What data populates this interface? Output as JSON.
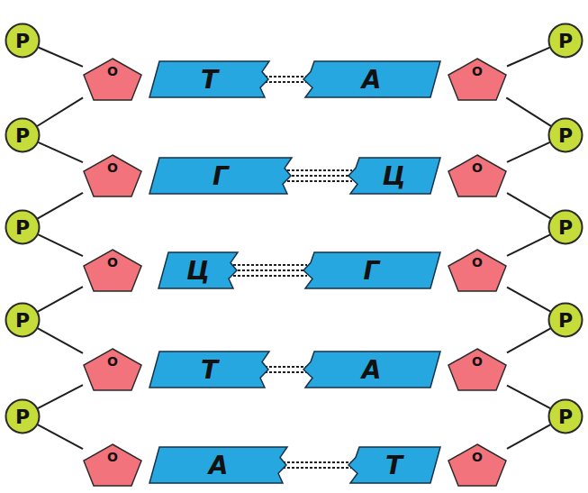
{
  "diagram": {
    "nodes": [
      {
        "text": [
          "P"
        ]
      },
      {
        "text": [
          "P"
        ]
      },
      {
        "text": [
          "O"
        ]
      },
      {
        "text": [
          "Т"
        ]
      },
      {
        "text": [
          "А"
        ]
      },
      {
        "text": [
          "O"
        ]
      },
      {
        "text": [
          "P"
        ]
      },
      {
        "text": [
          "P"
        ]
      },
      {
        "text": [
          "O"
        ]
      },
      {
        "text": [
          "Г"
        ]
      },
      {
        "text": [
          "Ц"
        ]
      },
      {
        "text": [
          "O"
        ]
      },
      {
        "text": [
          "P"
        ]
      },
      {
        "text": [
          "P"
        ]
      },
      {
        "text": [
          "O"
        ]
      },
      {
        "text": [
          "Ц"
        ]
      },
      {
        "text": [
          "Г"
        ]
      },
      {
        "text": [
          "O"
        ]
      },
      {
        "text": [
          "P"
        ]
      },
      {
        "text": [
          "P"
        ]
      },
      {
        "text": [
          "O"
        ]
      },
      {
        "text": [
          "Т"
        ]
      },
      {
        "text": [
          "А"
        ]
      },
      {
        "text": [
          "O"
        ]
      },
      {
        "text": [
          "P"
        ]
      },
      {
        "text": [
          "P"
        ]
      },
      {
        "text": [
          "O"
        ]
      },
      {
        "text": [
          "А"
        ]
      },
      {
        "text": [
          "Т"
        ]
      },
      {
        "text": [
          "O"
        ]
      }
    ],
    "edges": [
      {
        "from": 3,
        "to": 4,
        "arrow": "none"
      },
      {
        "from": 9,
        "to": 10,
        "arrow": "none"
      },
      {
        "from": 15,
        "to": 16,
        "arrow": "none"
      },
      {
        "from": 21,
        "to": 22,
        "arrow": "none"
      },
      {
        "from": 27,
        "to": 28,
        "arrow": "none"
      },
      {
        "from": 0,
        "to": 2,
        "arrow": "none"
      },
      {
        "from": 2,
        "to": 6,
        "arrow": "none"
      },
      {
        "from": 6,
        "to": 8,
        "arrow": "none"
      },
      {
        "from": 8,
        "to": 12,
        "arrow": "none"
      },
      {
        "from": 12,
        "to": 14,
        "arrow": "none"
      },
      {
        "from": 14,
        "to": 18,
        "arrow": "none"
      },
      {
        "from": 18,
        "to": 20,
        "arrow": "none"
      },
      {
        "from": 20,
        "to": 24,
        "arrow": "none"
      },
      {
        "from": 24,
        "to": 26,
        "arrow": "none"
      },
      {
        "from": 1,
        "to": 5,
        "arrow": "none"
      },
      {
        "from": 5,
        "to": 7,
        "arrow": "none"
      },
      {
        "from": 7,
        "to": 11,
        "arrow": "none"
      },
      {
        "from": 11,
        "to": 13,
        "arrow": "none"
      },
      {
        "from": 13,
        "to": 17,
        "arrow": "none"
      },
      {
        "from": 17,
        "to": 19,
        "arrow": "none"
      },
      {
        "from": 19,
        "to": 23,
        "arrow": "none"
      },
      {
        "from": 23,
        "to": 25,
        "arrow": "none"
      },
      {
        "from": 25,
        "to": 29,
        "arrow": "none"
      }
    ]
  }
}
